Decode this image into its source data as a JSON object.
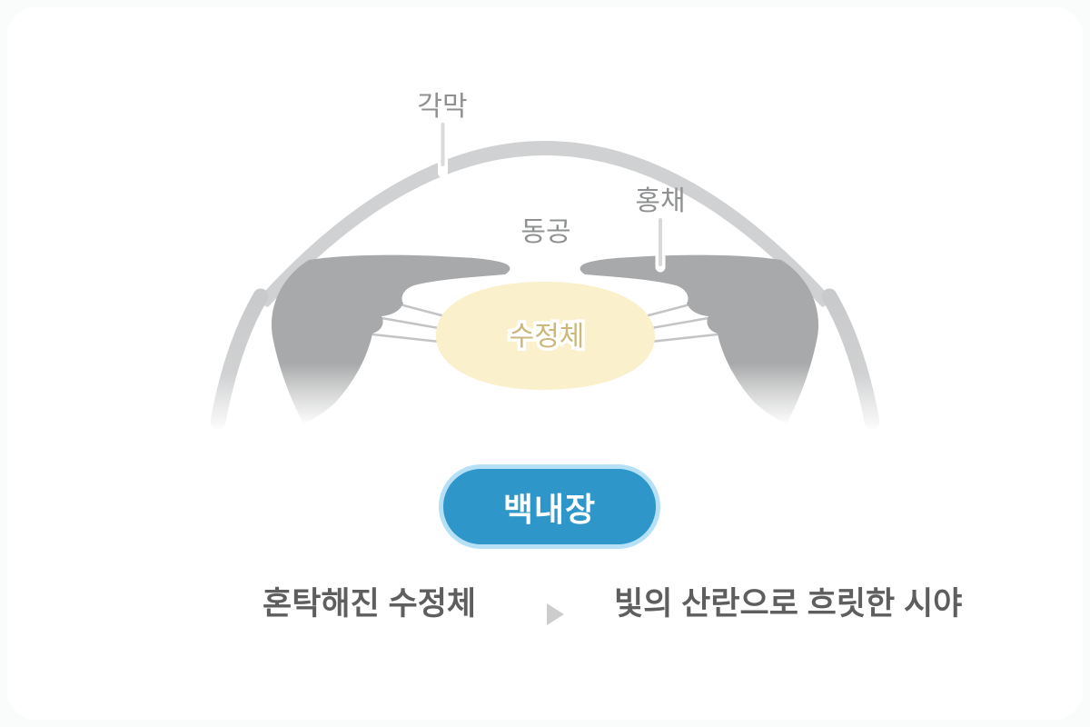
{
  "page": {
    "background_color": "#fafbfb",
    "card_background_color": "#ffffff"
  },
  "diagram": {
    "type": "eye-cross-section",
    "parts": {
      "cornea": {
        "label": "각막"
      },
      "pupil": {
        "label": "동공"
      },
      "iris": {
        "label": "홍채"
      },
      "lens": {
        "label": "수정체"
      }
    },
    "colors": {
      "cornea_arc": "#d0d1d2",
      "sclera_iris_body": "#a8a9aa",
      "lens_fill": "#faf0cc",
      "lens_label_text": "#cbb87b",
      "part_label_text": "#8f9092",
      "leader_line": "#d9d9d9",
      "zonule_fiber": "#c4c4c4"
    }
  },
  "badge": {
    "label": "백내장",
    "background_color": "#2e96c8",
    "border_color": "#b5e0f5",
    "text_color": "#ffffff"
  },
  "caption": {
    "cause": "혼탁해진 수정체",
    "effect": "빛의 산란으로 흐릿한 시야",
    "arrow_icon": "▶",
    "arrow_color": "#cdcdcd",
    "text_color": "#5e5e5e"
  }
}
